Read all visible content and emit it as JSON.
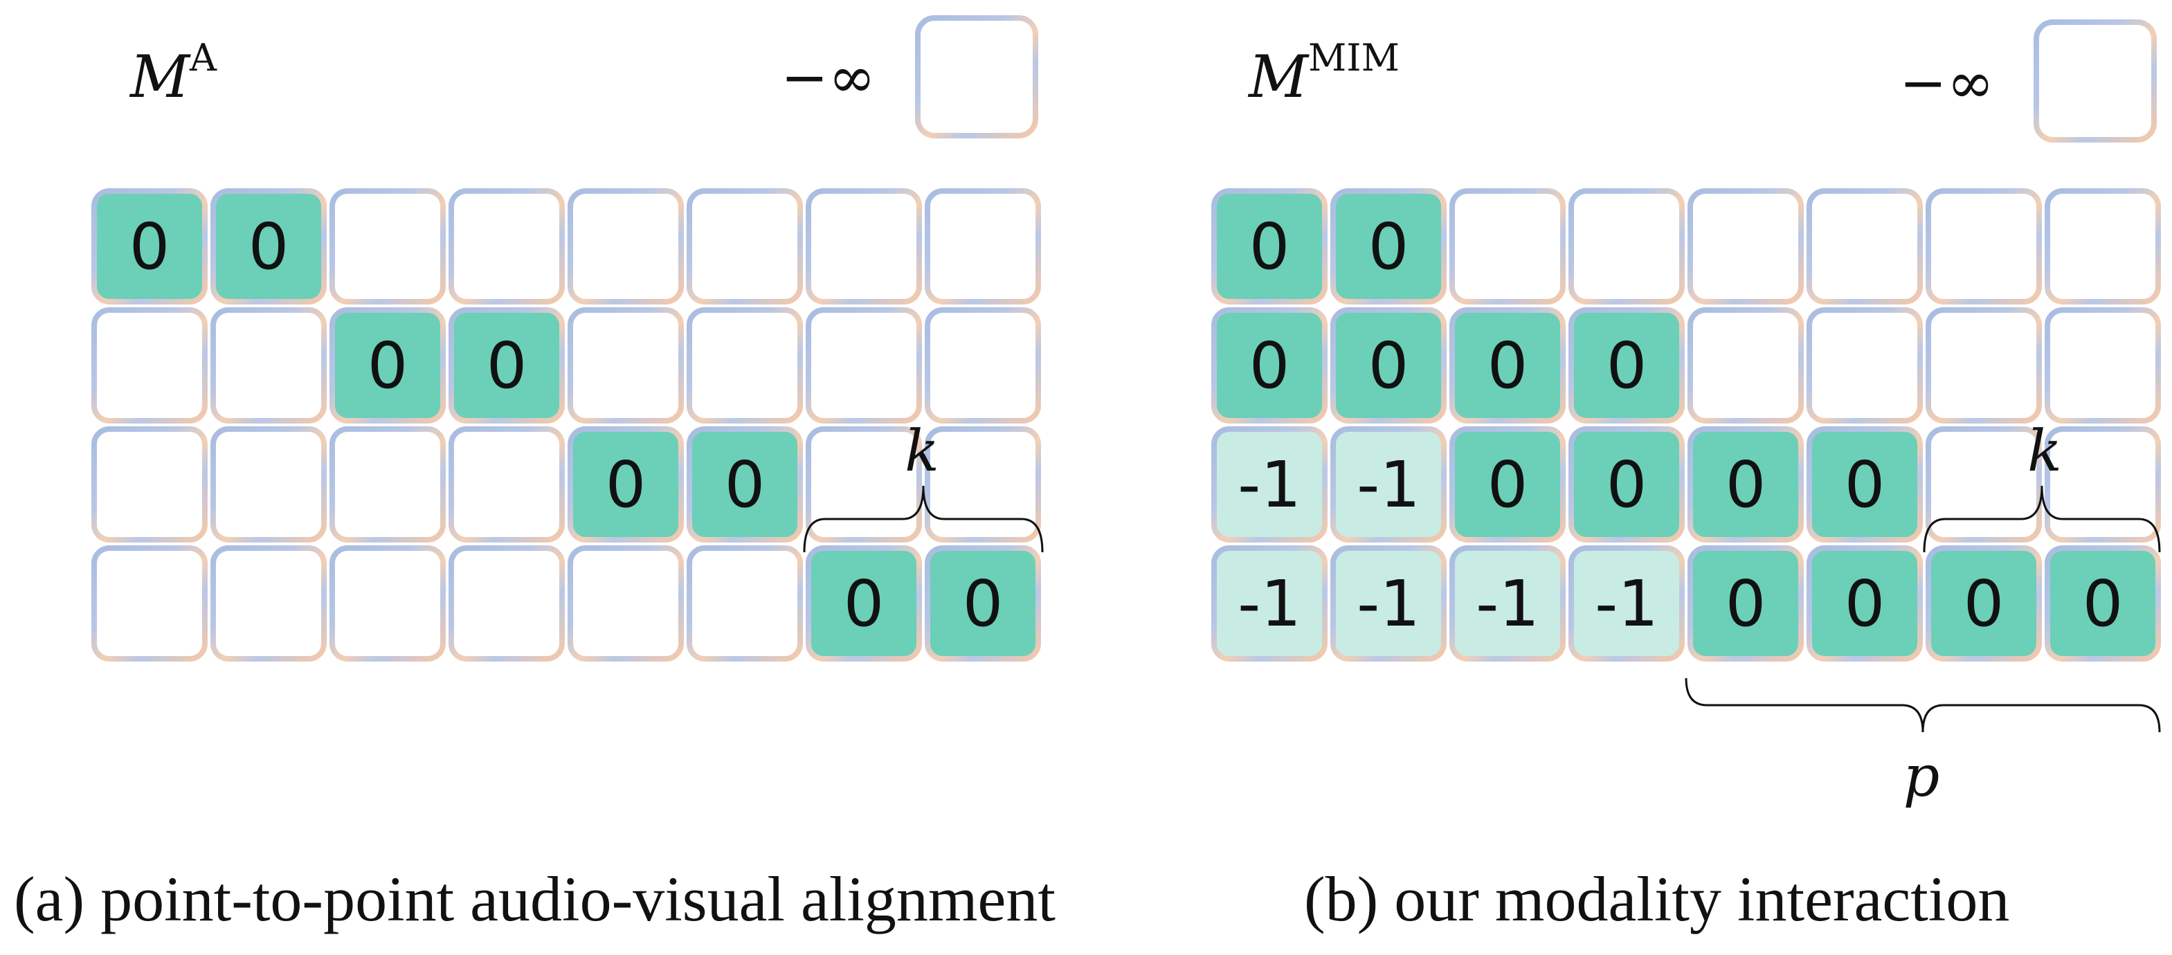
{
  "panels": [
    {
      "id": "a",
      "matrix_symbol": "M",
      "matrix_superscript": "A",
      "legend_symbol": "−∞",
      "caption": "(a) point-to-point audio-visual alignment",
      "grid": [
        [
          "0",
          "0",
          "",
          "",
          "",
          "",
          "",
          ""
        ],
        [
          "",
          "",
          "0",
          "0",
          "",
          "",
          "",
          ""
        ],
        [
          "",
          "",
          "",
          "",
          "0",
          "0",
          "",
          ""
        ],
        [
          "",
          "",
          "",
          "",
          "",
          "",
          "0",
          "0"
        ]
      ],
      "brace_labels": {
        "k": "k"
      }
    },
    {
      "id": "b",
      "matrix_symbol": "M",
      "matrix_superscript": "MIM",
      "legend_symbol": "−∞",
      "caption": "(b) our modality interaction",
      "grid": [
        [
          "0",
          "0",
          "",
          "",
          "",
          "",
          "",
          ""
        ],
        [
          "0",
          "0",
          "0",
          "0",
          "",
          "",
          "",
          ""
        ],
        [
          "-1",
          "-1",
          "0",
          "0",
          "0",
          "0",
          "",
          ""
        ],
        [
          "-1",
          "-1",
          "-1",
          "-1",
          "0",
          "0",
          "0",
          "0"
        ]
      ],
      "brace_labels": {
        "k": "k",
        "p": "p"
      }
    }
  ],
  "colors": {
    "zero_fill": "#6ccfb8",
    "neg_fill": "#c8ece3",
    "empty_fill": "#ffffff",
    "border_blue": "#a9bde0",
    "border_orange": "#f6c9a8"
  }
}
